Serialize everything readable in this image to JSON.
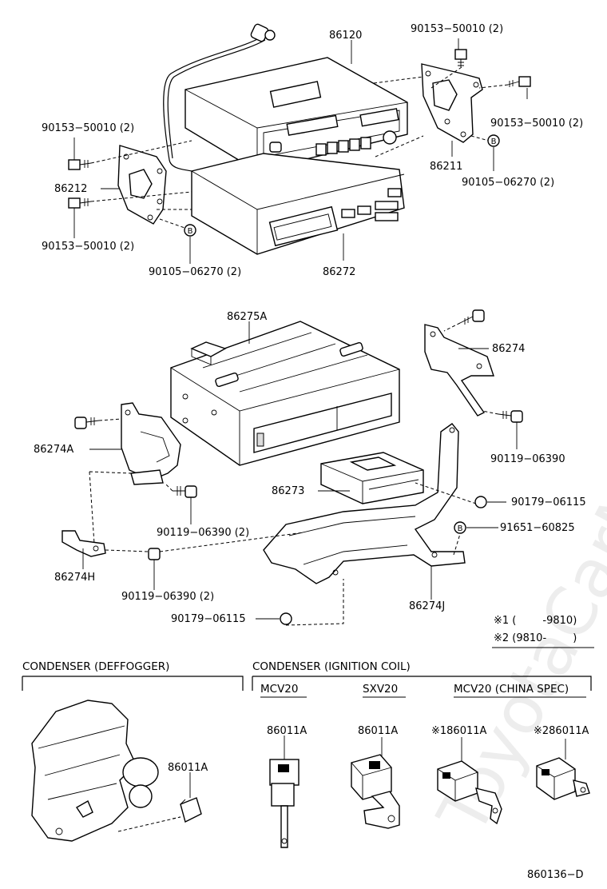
{
  "watermark": "ToyotaCarMine.ru",
  "parts": {
    "p86120": "86120",
    "p90153_a": "90153−50010 (2)",
    "p90153_b": "90153−50010 (2)",
    "p90153_c": "90153−50010 (2)",
    "p90153_d": "90153−50010 (2)",
    "p86211": "86211",
    "p86212": "86212",
    "p90105_a": "90105−06270 (2)",
    "p90105_b": "90105−06270 (2)",
    "p86272": "86272",
    "p86275A": "86275A",
    "p86274": "86274",
    "p86274A": "86274A",
    "p90119_a": "90119−06390",
    "p90119_b": "90119−06390 (2)",
    "p90119_c": "90119−06390 (2)",
    "p86273": "86273",
    "p90179_a": "90179−06115",
    "p90179_b": "90179−06115",
    "p91651": "91651−60825",
    "p86274H": "86274H",
    "p86274J": "86274J",
    "p86011A_1": "86011A",
    "p86011A_2": "86011A",
    "p86011A_3": "86011A",
    "p86011A_4": "※186011A",
    "p86011A_5": "※286011A"
  },
  "markers": {
    "b": "B"
  },
  "notes": {
    "note1": "※1 (        -9810)",
    "note2": "※2 (9810-        )"
  },
  "sections": {
    "defogger": "CONDENSER (DEFFOGGER)",
    "ignition": "CONDENSER (IGNITION COIL)",
    "mcv20": "MCV20",
    "sxv20": "SXV20",
    "mcv20_china": "MCV20 (CHINA SPEC)"
  },
  "diagram_id": "860136−D"
}
